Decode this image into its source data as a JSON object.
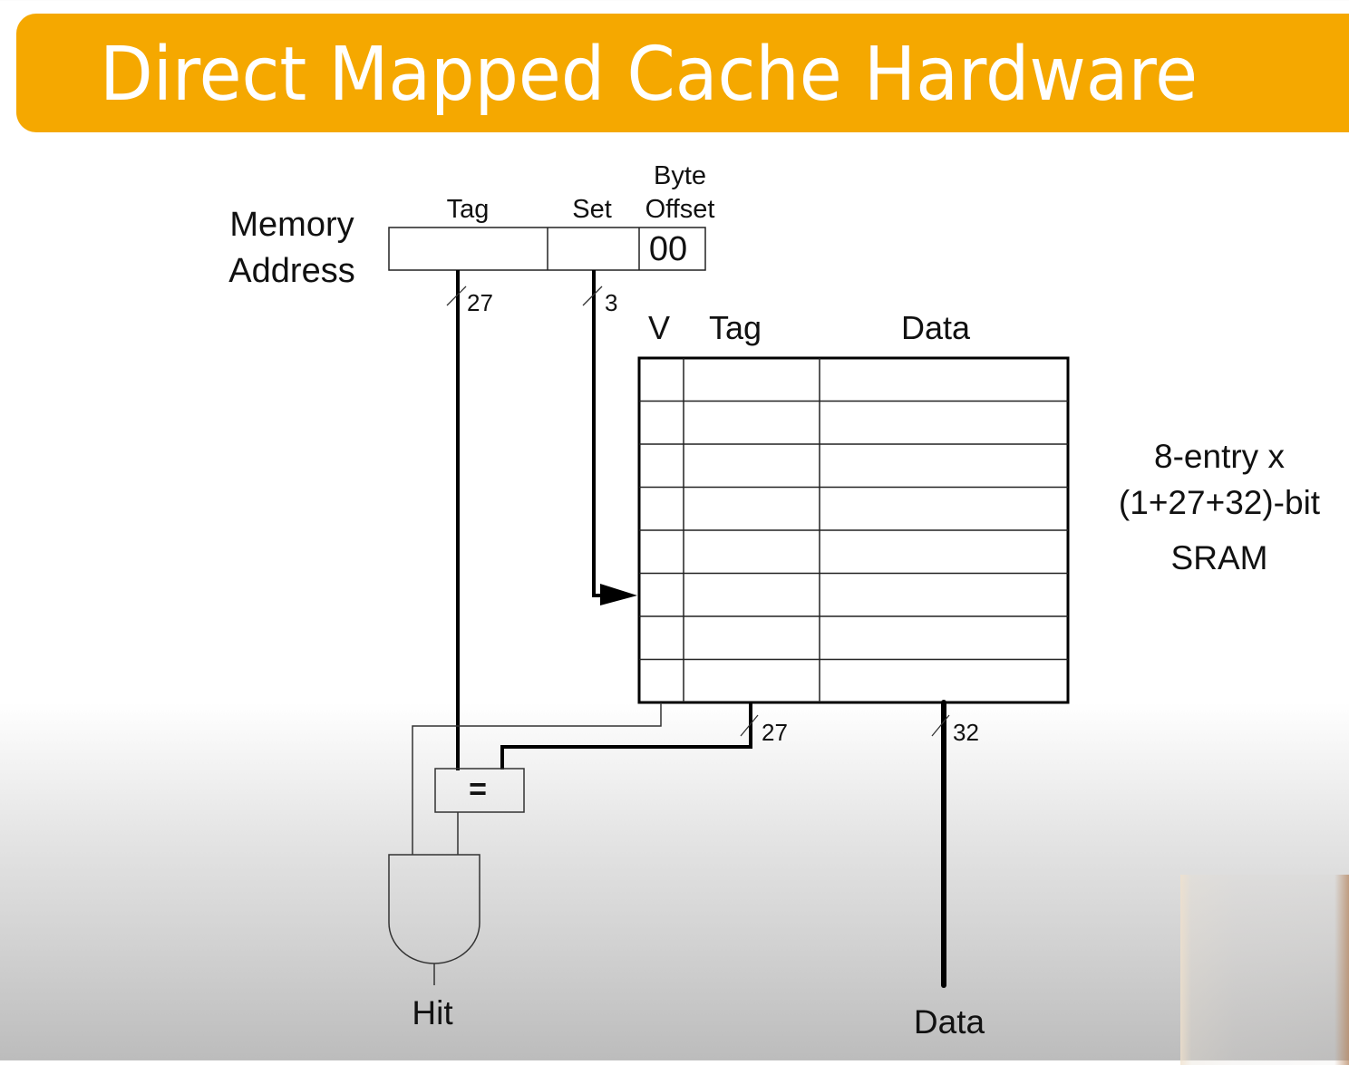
{
  "title": "Direct Mapped Cache Hardware",
  "colors": {
    "title_bar": "#f5a800",
    "title_text": "#ffffff",
    "wire": "#000000"
  },
  "memory_address": {
    "label_line1": "Memory",
    "label_line2": "Address",
    "fields": {
      "tag_label": "Tag",
      "set_label": "Set",
      "byte_offset_label_line1": "Byte",
      "byte_offset_label_line2": "Offset",
      "byte_offset_value": "00"
    }
  },
  "bus_widths": {
    "tag_bus": "27",
    "set_bus": "3",
    "sram_tag_out": "27",
    "sram_data_out": "32"
  },
  "sram": {
    "column_headers": [
      "V",
      "Tag",
      "Data"
    ],
    "entries": 8,
    "description_line1": "8-entry x",
    "description_line2": "(1+27+32)-bit",
    "description_line3": "SRAM"
  },
  "comparator_symbol": "=",
  "outputs": {
    "hit_label": "Hit",
    "data_label": "Data"
  }
}
